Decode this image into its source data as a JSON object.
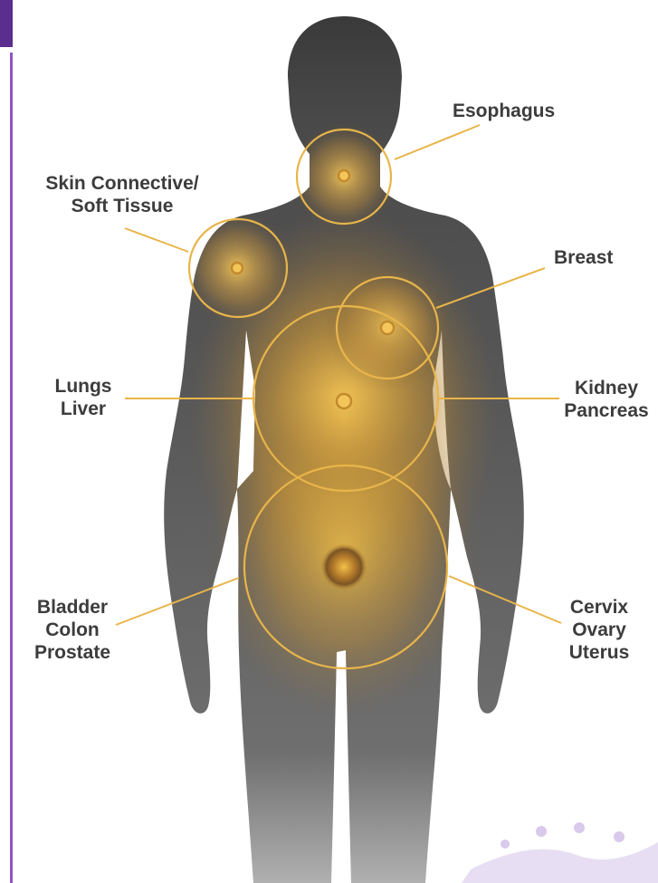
{
  "labels": {
    "esophagus": "Esophagus",
    "skin": [
      "Skin Connective/",
      "Soft Tissue"
    ],
    "breast": "Breast",
    "lungs_liver": [
      "Lungs",
      "Liver"
    ],
    "kidney_pancreas": [
      "Kidney",
      "Pancreas"
    ],
    "bladder_colon_prostate": [
      "Bladder",
      "Colon",
      "Prostate"
    ],
    "cervix_ovary_uterus": [
      "Cervix",
      "Ovary",
      "Uterus"
    ]
  },
  "colors": {
    "frame_purple": "#5b2d8e",
    "frame_border": "#8e55c8",
    "body_dark": "#3a3a3a",
    "glow_gold": "#f2b233",
    "ring_gold": "#e8b54a",
    "label_text": "#3c3c3c"
  }
}
